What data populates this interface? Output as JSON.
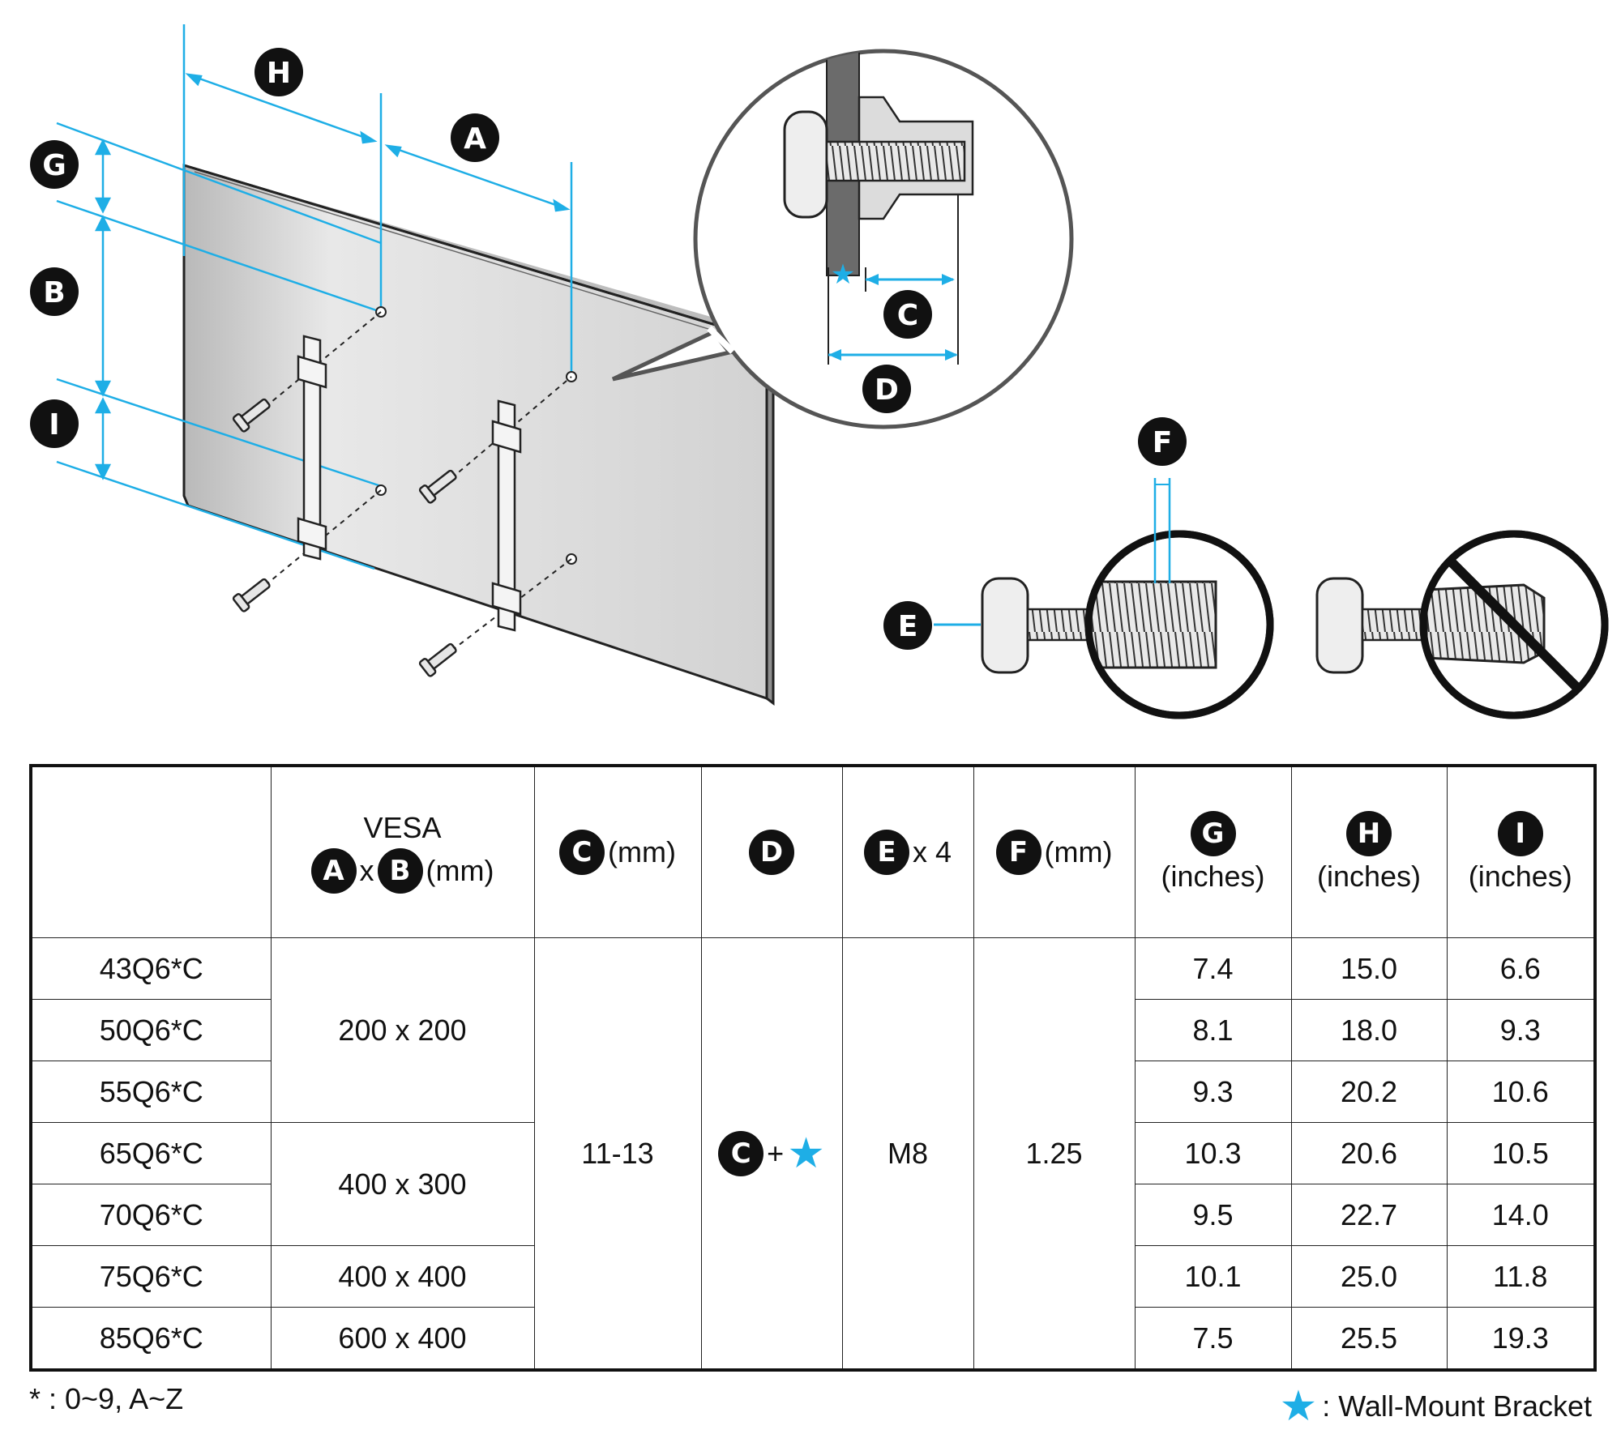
{
  "diagram": {
    "labels": {
      "a": "A",
      "b": "B",
      "c": "C",
      "d": "D",
      "e": "E",
      "f": "F",
      "g": "G",
      "h": "H",
      "i": "I"
    },
    "colors": {
      "dimension_line": "#1eaee6",
      "badge": "#111111",
      "panel": "#d6d6d6"
    }
  },
  "table": {
    "headers": {
      "vesa_title": "VESA",
      "vesa_badge_a": "A",
      "vesa_x": "x",
      "vesa_badge_b": "B",
      "vesa_unit": "(mm)",
      "c_badge": "C",
      "c_unit": "(mm)",
      "d_badge": "D",
      "e_badge": "E",
      "e_qty": "x 4",
      "f_badge": "F",
      "f_unit": "(mm)",
      "g_badge": "G",
      "g_unit": "(inches)",
      "h_badge": "H",
      "h_unit": "(inches)",
      "i_badge": "I",
      "i_unit": "(inches)"
    },
    "models": [
      "43Q6*C",
      "50Q6*C",
      "55Q6*C",
      "65Q6*C",
      "70Q6*C",
      "75Q6*C",
      "85Q6*C"
    ],
    "vesa_groups": [
      "200 x 200",
      "400 x 300",
      "400 x 400",
      "600 x 400"
    ],
    "c_value": "11-13",
    "d_value": {
      "badge": "C",
      "plus": "+"
    },
    "e_value": "M8",
    "f_value": "1.25",
    "g_values": [
      "7.4",
      "8.1",
      "9.3",
      "10.3",
      "9.5",
      "10.1",
      "7.5"
    ],
    "h_values": [
      "15.0",
      "18.0",
      "20.2",
      "20.6",
      "22.7",
      "25.0",
      "25.5"
    ],
    "i_values": [
      "6.6",
      "9.3",
      "10.6",
      "10.5",
      "14.0",
      "11.8",
      "19.3"
    ]
  },
  "footnote": "* : 0~9, A~Z",
  "legend": {
    "text": ": Wall-Mount Bracket",
    "icon": "star-icon",
    "color": "#1eaee6"
  }
}
